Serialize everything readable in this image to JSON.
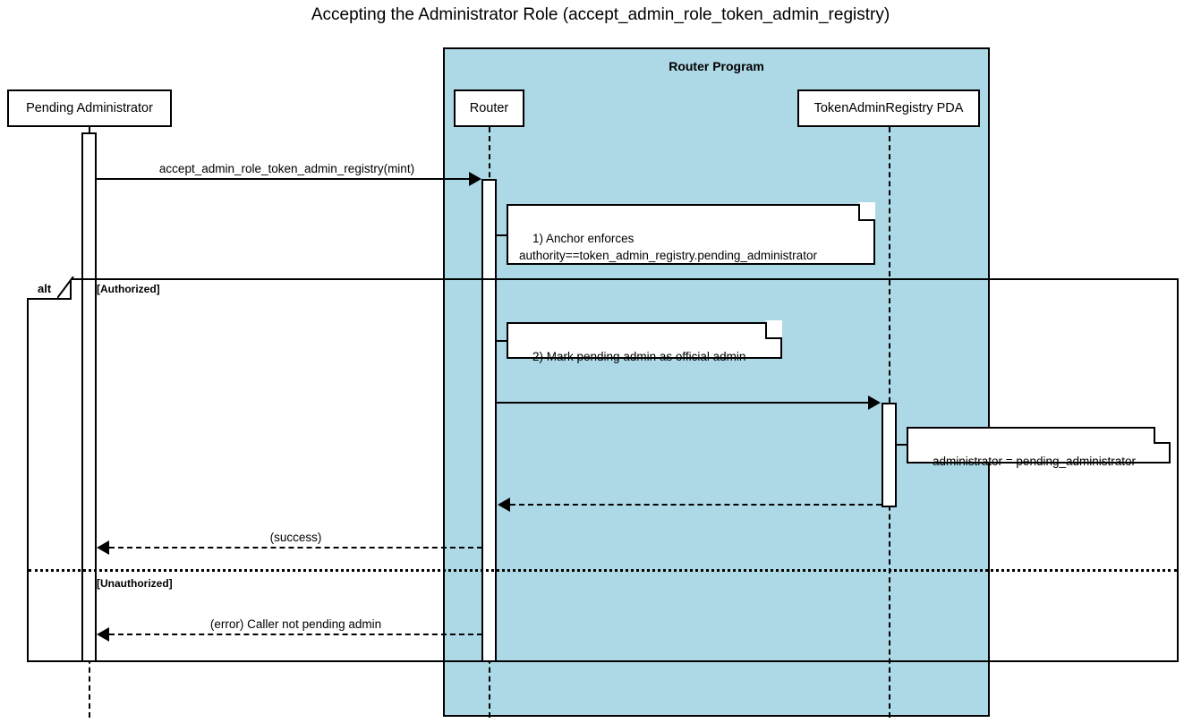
{
  "title": "Accepting the Administrator Role (accept_admin_role_token_admin_registry)",
  "group": {
    "label": "Router Program"
  },
  "participants": [
    {
      "id": "pending-administrator",
      "label": "Pending Administrator"
    },
    {
      "id": "router",
      "label": "Router"
    },
    {
      "id": "token-admin-registry-pda",
      "label": "TokenAdminRegistry PDA"
    }
  ],
  "messages": [
    {
      "id": "accept-call",
      "label": "accept_admin_role_token_admin_registry(mint)",
      "kind": "call"
    },
    {
      "id": "update-registry",
      "label": "",
      "kind": "call"
    },
    {
      "id": "registry-return",
      "label": "",
      "kind": "return"
    },
    {
      "id": "success-return",
      "label": "(success)",
      "kind": "return"
    },
    {
      "id": "error-return",
      "label": "(error) Caller not pending admin",
      "kind": "return"
    }
  ],
  "notes": [
    {
      "id": "note-anchor-enforces",
      "text": "1) Anchor enforces\nauthority==token_admin_registry.pending_administrator"
    },
    {
      "id": "note-mark-admin",
      "text": "2) Mark pending admin as official admin"
    },
    {
      "id": "note-administrator-assign",
      "text": "administrator = pending_administrator"
    }
  ],
  "alt": {
    "tab_label": "alt",
    "guards": [
      {
        "id": "guard-authorized",
        "label": "[Authorized]"
      },
      {
        "id": "guard-unauthorized",
        "label": "[Unauthorized]"
      }
    ]
  },
  "colors": {
    "group_fill": "#add8e6",
    "stroke": "#000000",
    "surface": "#ffffff"
  }
}
